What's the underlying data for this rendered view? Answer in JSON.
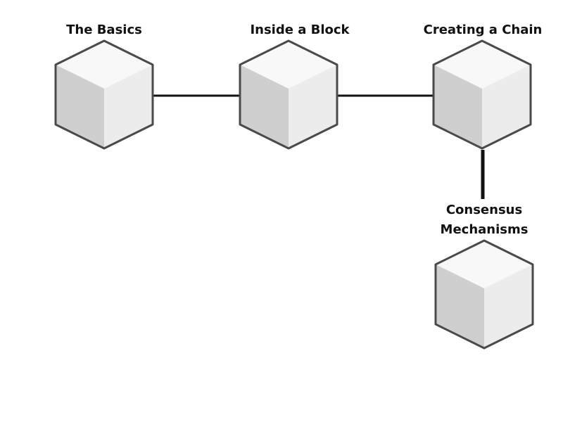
{
  "diagram": {
    "colors": {
      "background": "#ffffff",
      "cube_top": "#f8f8f8",
      "cube_left": "#cfcfcf",
      "cube_right": "#ececec",
      "cube_edge": "#4a4a4a",
      "connector": "#111111",
      "label": "#111111"
    },
    "nodes": [
      {
        "id": "basics",
        "label_lines": [
          "The Basics"
        ]
      },
      {
        "id": "inside-block",
        "label_lines": [
          "Inside a Block"
        ]
      },
      {
        "id": "creating-chain",
        "label_lines": [
          "Creating a Chain"
        ]
      },
      {
        "id": "consensus",
        "label_lines": [
          "Consensus",
          "Mechanisms"
        ]
      }
    ],
    "edges": [
      {
        "from": "basics",
        "to": "inside-block"
      },
      {
        "from": "inside-block",
        "to": "creating-chain"
      },
      {
        "from": "creating-chain",
        "to": "consensus"
      }
    ]
  }
}
